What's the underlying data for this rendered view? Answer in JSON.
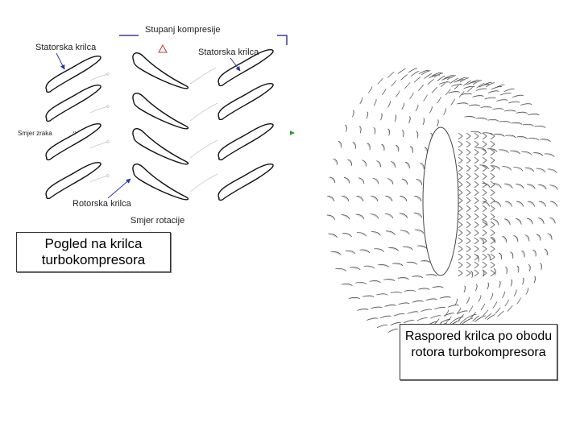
{
  "diagram": {
    "labels": {
      "stage": "Stupanj kompresije",
      "stator_left": "Statorska krilca",
      "stator_right": "Statorska krilca",
      "air_direction": "Smjer zraka",
      "rotor": "Rotorska krilca",
      "rotation_direction": "Smjer rotacije"
    },
    "colors": {
      "blade_outline": "#111111",
      "arrow": "#2a3a9a",
      "bracket": "#3a3aa0",
      "triangle_marker": "#d03030",
      "rotor_surface": "#d9d9d9",
      "rotor_edge": "#444444"
    }
  },
  "captions": {
    "blades_view": "Pogled na krilca turbokompresora",
    "rotor_layout": "Raspored krilca po obodu rotora turbokompresora"
  }
}
